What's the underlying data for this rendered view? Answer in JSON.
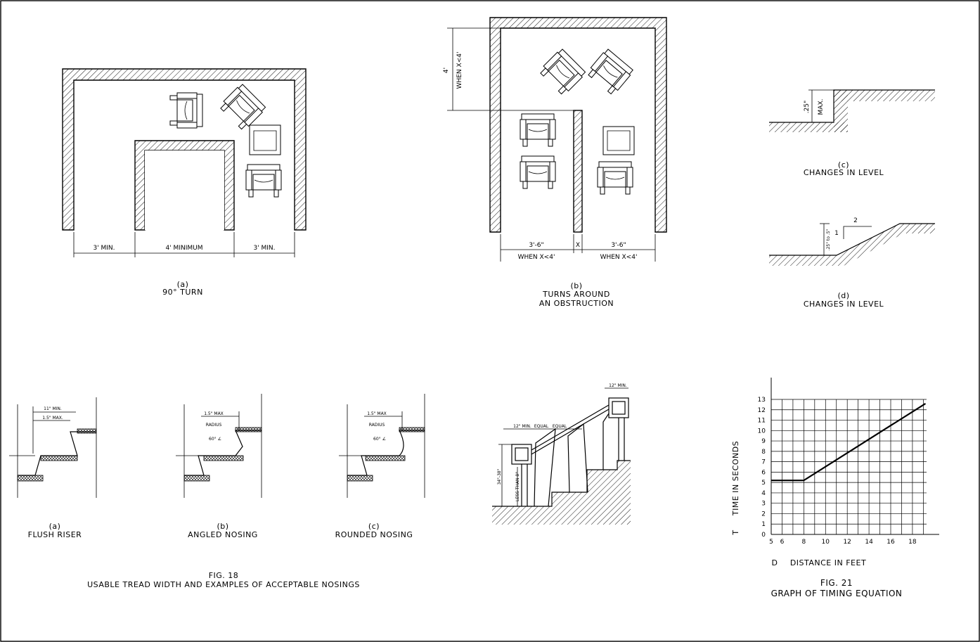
{
  "turn_90": {
    "dims": [
      "3' MIN.",
      "4' MINIMUM",
      "3' MIN."
    ],
    "letter": "(a)",
    "caption": "90° TURN"
  },
  "obstruction": {
    "dim_vertical": "4'",
    "dim_vertical_cond": "WHEN X<4'",
    "dims": [
      "3'-6\"",
      "X",
      "3'-6\""
    ],
    "dim_conds": [
      "WHEN X<4'",
      "WHEN X<4'"
    ],
    "letter": "(b)",
    "caption": [
      "TURNS AROUND",
      "AN OBSTRUCTION"
    ]
  },
  "level_c": {
    "dim": ".25\"",
    "max": "MAX.",
    "letter": "(c)",
    "caption": "CHANGES IN LEVEL"
  },
  "level_d": {
    "dim": ".25\" to .5\"",
    "slope_rise": "1",
    "slope_run": "2",
    "letter": "(d)",
    "caption": "CHANGES IN LEVEL"
  },
  "nosings": {
    "flush": {
      "dim1": "11\" MIN.",
      "dim2": "1.5\" MAX.",
      "letter": "(a)",
      "caption": "FLUSH RISER"
    },
    "angled": {
      "dim": "1.5\" MAX",
      "radius": "RADIUS",
      "angle": "60° ∠",
      "letter": "(b)",
      "caption": "ANGLED NOSING"
    },
    "rounded": {
      "dim": "1.5\" MAX",
      "radius": "RADIUS",
      "angle": "60° ∠",
      "letter": "(c)",
      "caption": "ROUNDED NOSING"
    },
    "fig": "FIG. 18",
    "fig_caption": "USABLE TREAD WIDTH AND EXAMPLES OF ACCEPTABLE NOSINGS"
  },
  "handrail": {
    "top_dim": "12\" MIN.",
    "dims": [
      "12\" MIN.",
      "EQUAL",
      "EQUAL"
    ],
    "height": "34\"-38\"",
    "gap": "LESS THAN 8\""
  },
  "chart_data": {
    "type": "line",
    "title": "FIG. 21",
    "subtitle": "GRAPH OF TIMING EQUATION",
    "xlabel": "DISTANCE IN FEET",
    "xlabel_symbol": "D",
    "ylabel": "TIME IN SECONDS",
    "ylabel_symbol": "T",
    "x_ticks": [
      5,
      6,
      8,
      10,
      12,
      14,
      16,
      18
    ],
    "y_ticks": [
      0,
      1,
      2,
      3,
      4,
      5,
      6,
      7,
      8,
      9,
      10,
      11,
      12,
      13
    ],
    "xlim": [
      5,
      19.3
    ],
    "ylim": [
      0,
      13
    ],
    "grid": true,
    "series": [
      {
        "x": [
          5,
          8,
          19.2
        ],
        "y": [
          5.2,
          5.2,
          12.6
        ]
      }
    ]
  }
}
